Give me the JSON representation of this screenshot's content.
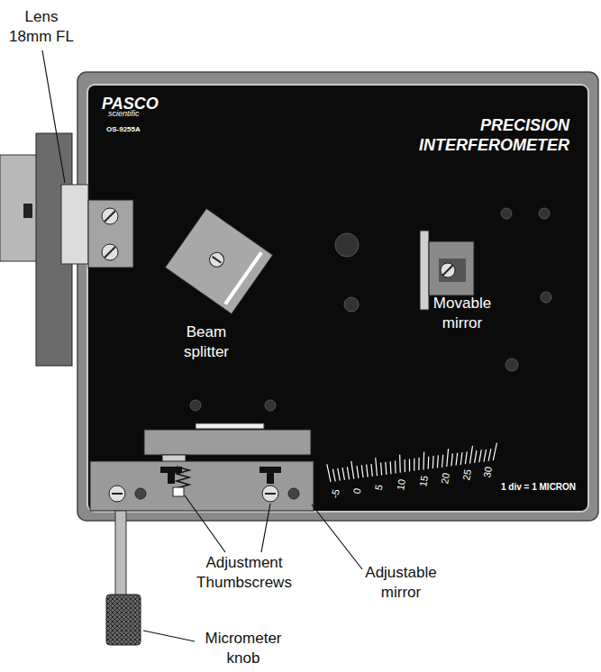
{
  "diagram": {
    "labels": [
      "Lens 18mm FL",
      "PASCO",
      "scientific",
      "OS-9255A",
      "PRECISION INTERFEROMETER",
      "Beam splitter",
      "Movable mirror",
      "-5",
      "0",
      "5",
      "10",
      "15",
      "20",
      "25",
      "30",
      "1 div = 1 MICRON",
      "Adjustment Thumbscrews",
      "Adjustable mirror",
      "Micrometer knob"
    ]
  }
}
